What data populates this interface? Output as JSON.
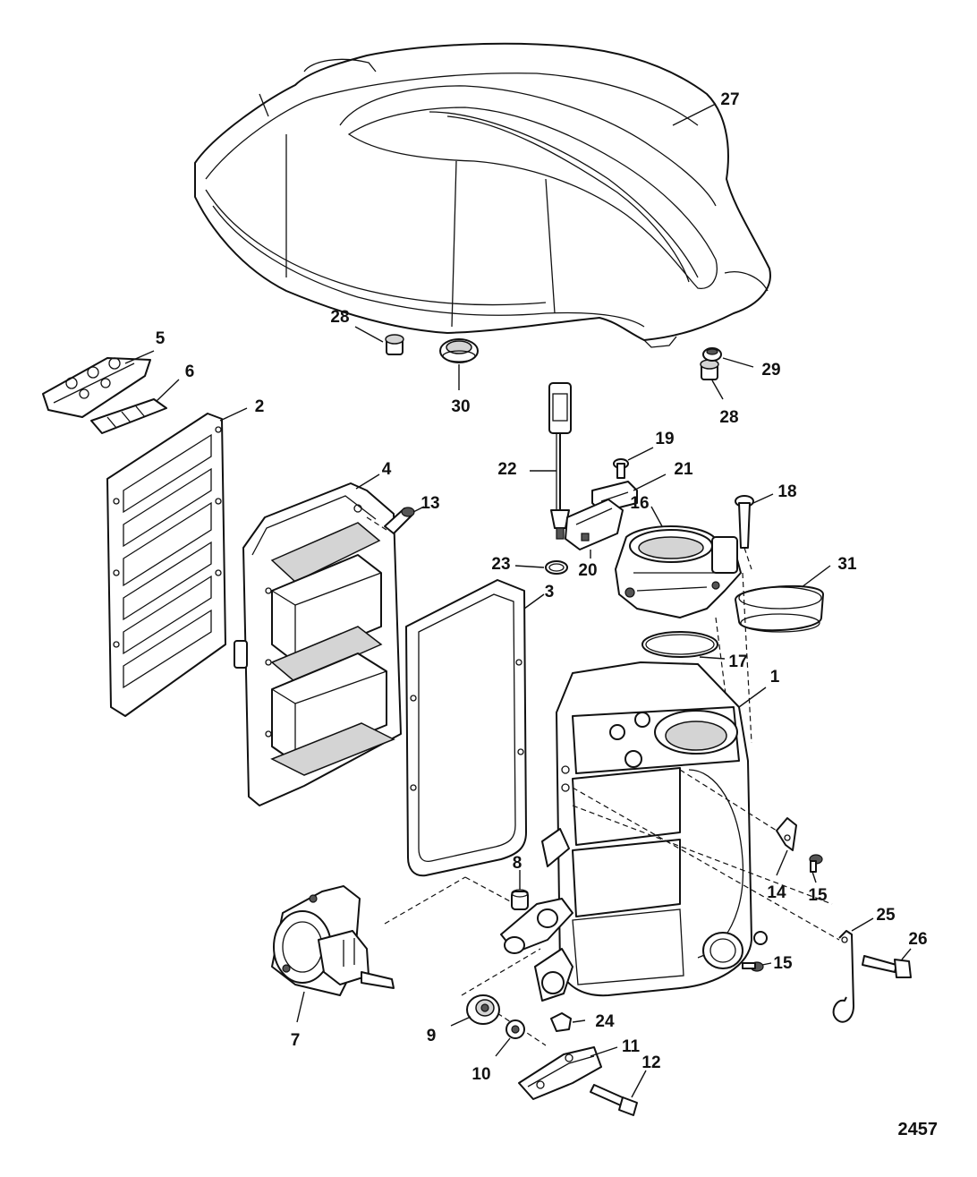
{
  "figure_number": "2457",
  "callouts": [
    {
      "part": "intake-plenum-cover",
      "label": "27"
    },
    {
      "part": "grommet-left",
      "label": "28"
    },
    {
      "part": "grommet-center",
      "label": "30"
    },
    {
      "part": "grommet-right",
      "label": "28"
    },
    {
      "part": "grommet-small",
      "label": "29"
    },
    {
      "part": "reed-block",
      "label": "5"
    },
    {
      "part": "reed-petals",
      "label": "6"
    },
    {
      "part": "gasket-left",
      "label": "2"
    },
    {
      "part": "reed-housing",
      "label": "4"
    },
    {
      "part": "screw-reed-housing",
      "label": "13"
    },
    {
      "part": "sensor-probe",
      "label": "22"
    },
    {
      "part": "sensor-oring",
      "label": "23"
    },
    {
      "part": "bolt-bracket",
      "label": "19"
    },
    {
      "part": "connector-bracket",
      "label": "21"
    },
    {
      "part": "connector",
      "label": "20"
    },
    {
      "part": "throttle-body",
      "label": "16"
    },
    {
      "part": "throttle-bolt",
      "label": "18"
    },
    {
      "part": "adapter-ring",
      "label": "31"
    },
    {
      "part": "gasket-center",
      "label": "3"
    },
    {
      "part": "throttle-oring",
      "label": "17"
    },
    {
      "part": "intake-manifold",
      "label": "1"
    },
    {
      "part": "clip",
      "label": "14"
    },
    {
      "part": "screw-clip",
      "label": "15"
    },
    {
      "part": "fitting",
      "label": "8"
    },
    {
      "part": "starter-solenoid",
      "label": "7"
    },
    {
      "part": "p-clamp",
      "label": "25"
    },
    {
      "part": "bolt-clamp",
      "label": "26"
    },
    {
      "part": "screw-manifold",
      "label": "15"
    },
    {
      "part": "grommet-mount",
      "label": "9"
    },
    {
      "part": "washer",
      "label": "10"
    },
    {
      "part": "hose-clip",
      "label": "24"
    },
    {
      "part": "mount-bracket",
      "label": "11"
    },
    {
      "part": "bolt-mount",
      "label": "12"
    }
  ]
}
